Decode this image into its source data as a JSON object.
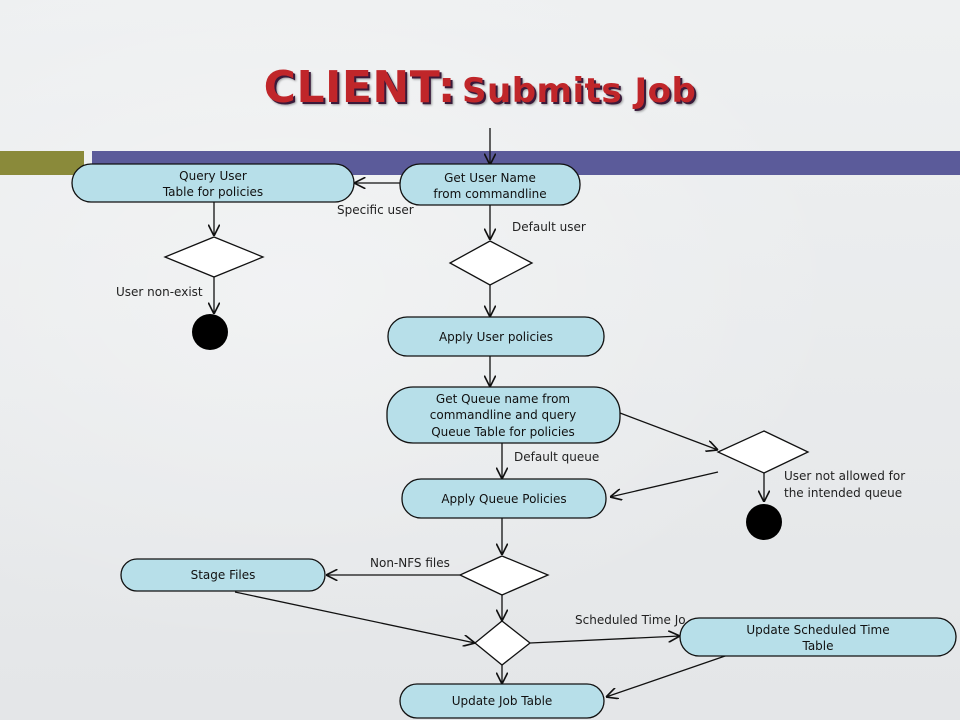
{
  "title": {
    "part1": "CLIENT:",
    "part2": "Submits Job"
  },
  "nodes": {
    "get_user": [
      "Get User Name",
      "from commandline"
    ],
    "query_user": [
      "Query User",
      "Table for policies"
    ],
    "apply_user": [
      "Apply User policies"
    ],
    "get_queue": [
      "Get Queue name from",
      "commandline and query",
      "Queue Table for policies"
    ],
    "apply_queue": [
      "Apply Queue Policies"
    ],
    "stage_files": [
      "Stage Files"
    ],
    "update_sched": [
      "Update Scheduled Time",
      "Table"
    ],
    "update_job": [
      "Update Job Table"
    ]
  },
  "edge_labels": {
    "specific_user": "Specific user",
    "default_user": "Default user",
    "user_nonexist": "User non-exist",
    "default_queue": "Default queue",
    "user_not_allowed": [
      "User not allowed for",
      "the intended queue"
    ],
    "non_nfs": "Non-NFS files",
    "scheduled": "Scheduled Time Jo"
  },
  "colors": {
    "node_fill": "#b7dfe9",
    "title_red": "#c0262a",
    "bar": "#5b5b9a"
  }
}
